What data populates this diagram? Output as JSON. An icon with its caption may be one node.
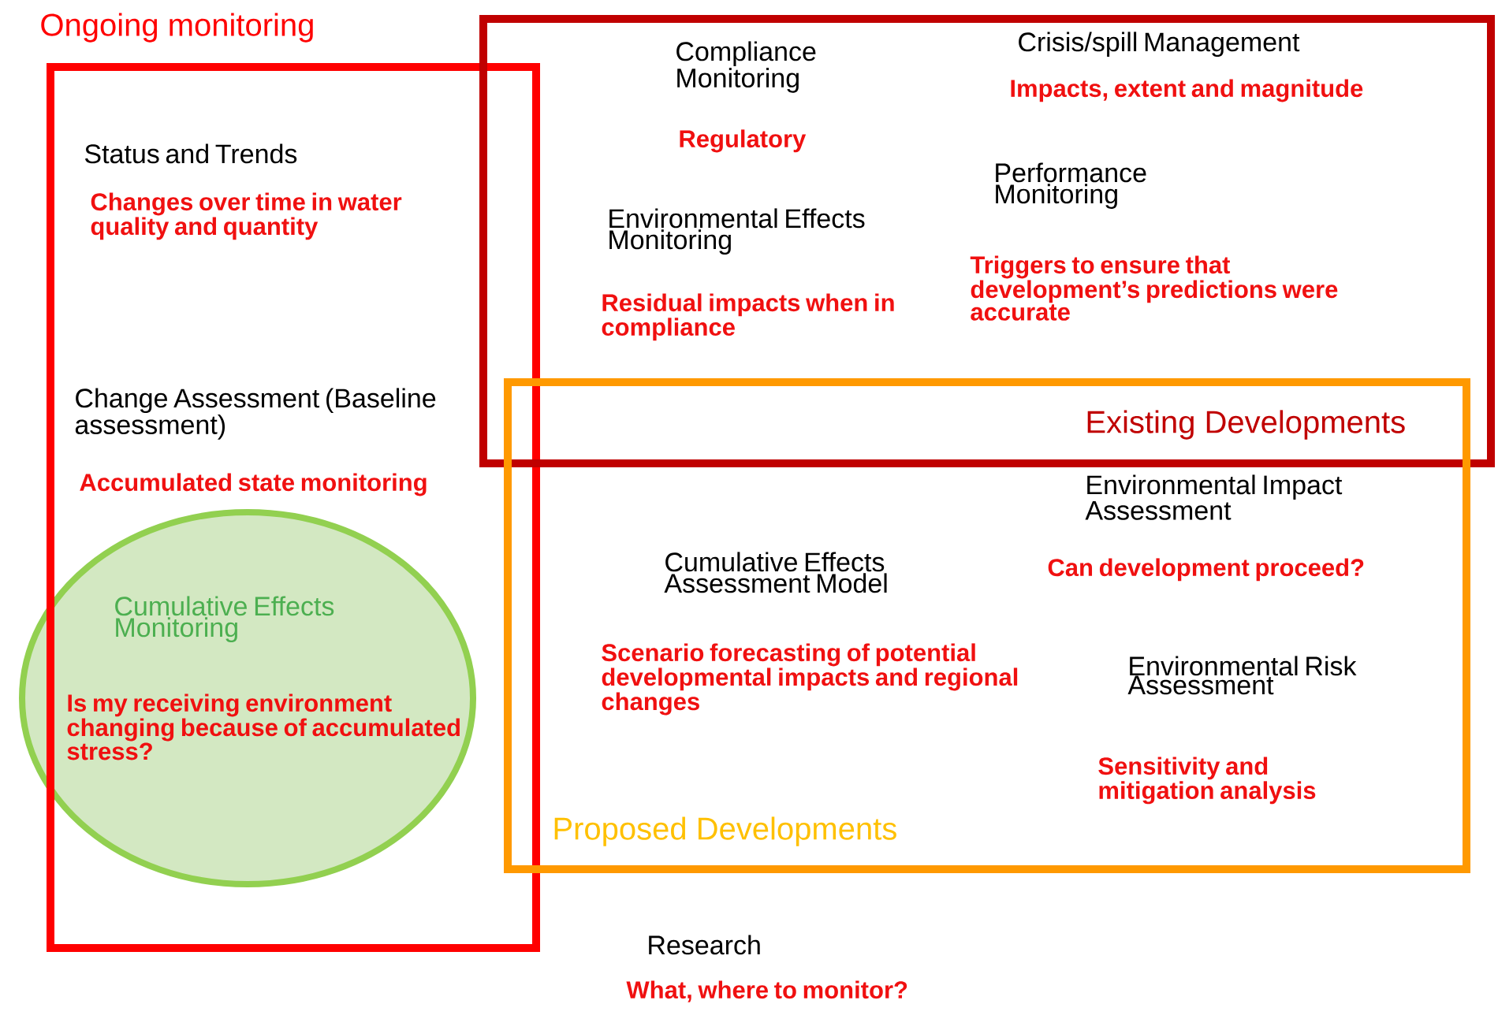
{
  "diagram": {
    "nodes": [
      {
        "text": [
          "Ongoing monitoring"
        ]
      },
      {
        "text": [
          "Existing Developments"
        ]
      },
      {
        "text": [
          "Proposed Developments"
        ]
      },
      {
        "text": [
          "Cumulative Effects Monitoring",
          "Is my receiving environment changing because of accumulated stress?"
        ]
      }
    ],
    "labels": [
      "Compliance Monitoring",
      "Crisis/spill Management",
      "Impacts, extent and magnitude",
      "Regulatory",
      "Status and Trends",
      "Changes over time in water quality and quantity",
      "Performance Monitoring",
      "Environmental Effects Monitoring",
      "Residual impacts when in compliance",
      "Triggers to ensure that development’s predictions were accurate",
      "Change Assessment (Baseline assessment)",
      "Accumulated state monitoring",
      "Environmental Impact Assessment",
      "Can development proceed?",
      "Cumulative Effects Assessment Model",
      "Scenario forecasting of potential developmental impacts and regional changes",
      "Environmental Risk Assessment",
      "Sensitivity and mitigation analysis",
      "Research",
      "What, where to monitor?"
    ]
  }
}
